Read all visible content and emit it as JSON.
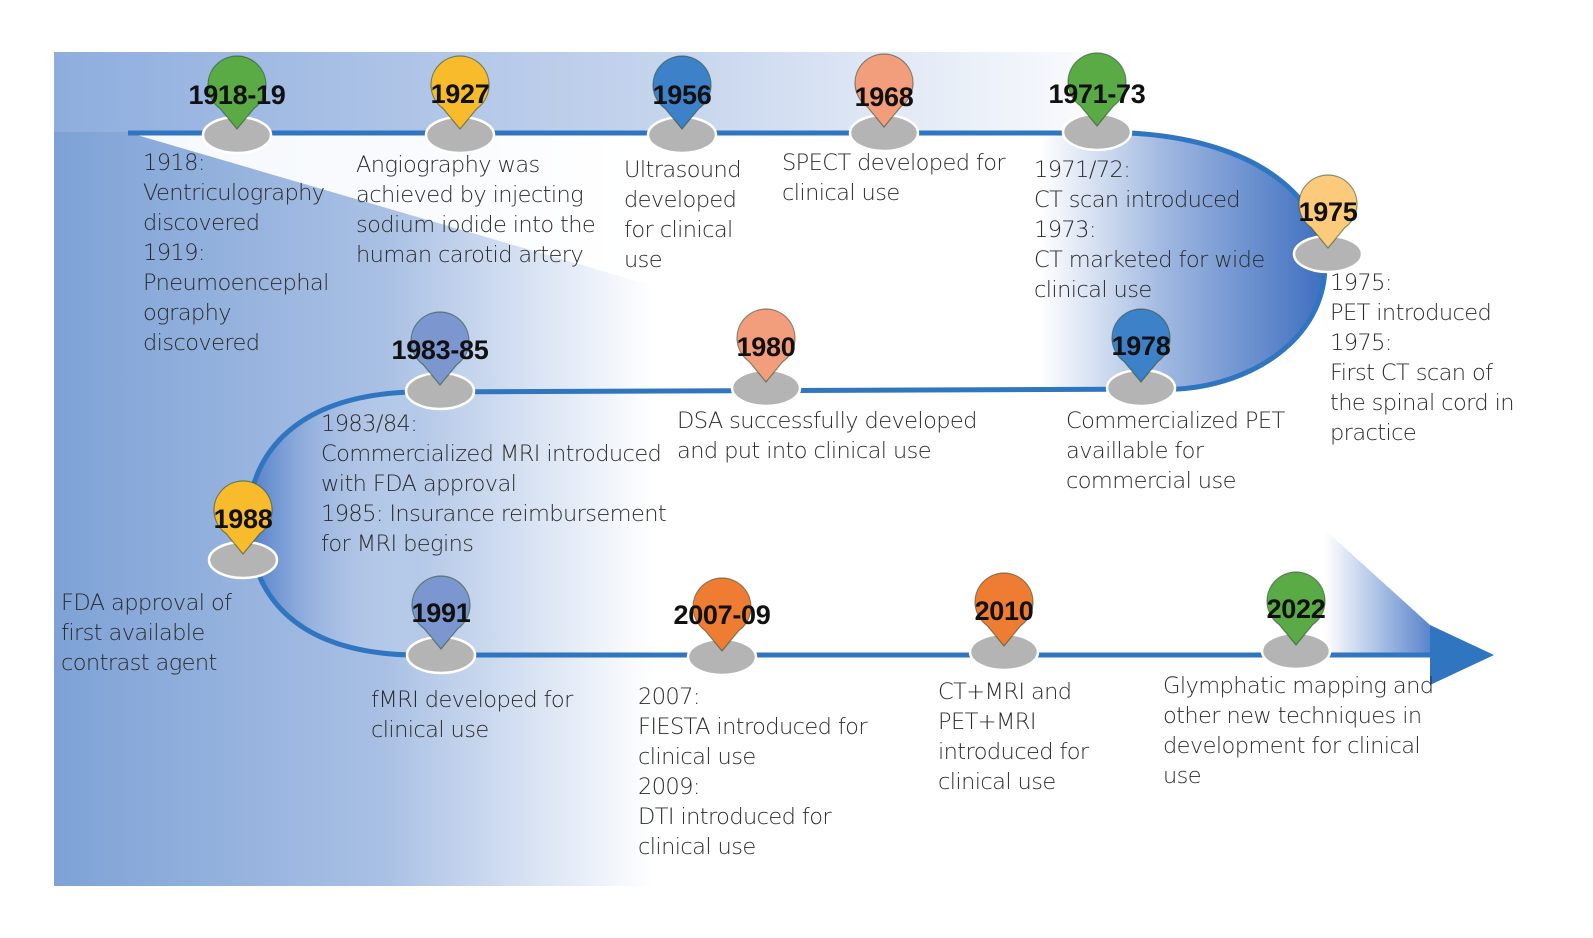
{
  "title": "Timeline of neuroimaging development",
  "colors": {
    "track": "#2f75c0",
    "base_gray": "#b4b4b4",
    "background_blue": "#7da2d8",
    "green": "#5aab45",
    "yellow": "#f7bb2b",
    "light_yellow": "#fbcb7b",
    "blue": "#3d82c9",
    "salmon": "#f29e7c",
    "slate_blue": "#7c97cf",
    "orange": "#ef7c33"
  },
  "milestones": [
    {
      "id": "m1918",
      "year": "1918-19",
      "color": "green",
      "lines": [
        "1918:",
        "Ventriculography",
        "discovered",
        "1919:",
        "Pneumoencephal",
        "ography",
        "discovered"
      ]
    },
    {
      "id": "m1927",
      "year": "1927",
      "color": "yellow",
      "lines": [
        "Angiography was",
        "achieved by injecting",
        "sodium iodide into the",
        "human carotid artery"
      ]
    },
    {
      "id": "m1956",
      "year": "1956",
      "color": "blue",
      "lines": [
        "Ultrasound",
        "developed",
        "for clinical",
        "use"
      ]
    },
    {
      "id": "m1968",
      "year": "1968",
      "color": "salmon",
      "lines": [
        "SPECT developed for",
        "clinical use"
      ]
    },
    {
      "id": "m1971",
      "year": "1971-73",
      "color": "green",
      "lines": [
        "1971/72:",
        "CT scan introduced",
        "1973:",
        "CT marketed for wide",
        "clinical use"
      ]
    },
    {
      "id": "m1975",
      "year": "1975",
      "color": "light_yellow",
      "lines": [
        "1975:",
        "PET introduced",
        "1975:",
        "First CT scan of",
        "the spinal cord in",
        "practice"
      ]
    },
    {
      "id": "m1978",
      "year": "1978",
      "color": "blue",
      "lines": [
        "Commercialized PET",
        "availlable for",
        "commercial use"
      ]
    },
    {
      "id": "m1980",
      "year": "1980",
      "color": "salmon",
      "lines": [
        "DSA successfully developed",
        "and put into clinical use"
      ]
    },
    {
      "id": "m1983",
      "year": "1983-85",
      "color": "slate_blue",
      "lines": [
        "1983/84:",
        "Commercialized MRI introduced",
        "with FDA approval",
        "1985: Insurance reimbursement",
        "for MRI begins"
      ]
    },
    {
      "id": "m1988",
      "year": "1988",
      "color": "yellow",
      "lines": [
        "FDA approval of",
        "first available",
        "contrast agent"
      ]
    },
    {
      "id": "m1991",
      "year": "1991",
      "color": "slate_blue",
      "lines": [
        "fMRI developed for",
        "clinical use"
      ]
    },
    {
      "id": "m2007",
      "year": "2007-09",
      "color": "orange",
      "lines": [
        "2007:",
        "FIESTA introduced for",
        "clinical use",
        "2009:",
        "DTI introduced for",
        "clinical use"
      ]
    },
    {
      "id": "m2010",
      "year": "2010",
      "color": "orange",
      "lines": [
        "CT+MRI and",
        "PET+MRI",
        "introduced for",
        "clinical use"
      ]
    },
    {
      "id": "m2022",
      "year": "2022",
      "color": "green",
      "lines": [
        "Glymphatic mapping and",
        "other new techniques in",
        "development for clinical",
        "use"
      ]
    }
  ]
}
